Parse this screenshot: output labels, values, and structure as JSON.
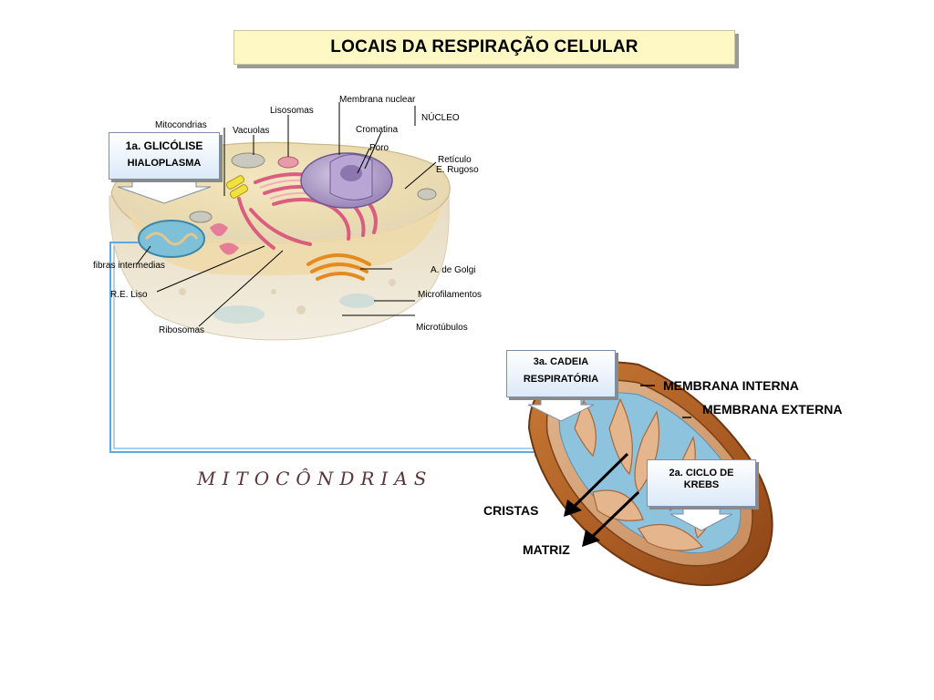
{
  "title": "LOCAIS DA RESPIRAÇÃO CELULAR",
  "callouts": {
    "glicolise": {
      "line1": "1a. GLICÓLISE",
      "line2": "HIALOPLASMA"
    },
    "cadeia": {
      "line1": "3a. CADEIA",
      "line2": "RESPIRATÓRIA"
    },
    "krebs": {
      "line1": "2a. CICLO DE",
      "line2": "KREBS"
    }
  },
  "cell_labels": {
    "membrana_nuclear": "Membrana nuclear",
    "nucleo": "NÚCLEO",
    "lisosomas": "Lisosomas",
    "mitocondrias": "Mitocondrias",
    "vacuolas": "Vacuolas",
    "cromatina": "Cromatina",
    "poro": "Poro",
    "reticulo": "Retículo",
    "e_rugoso": "E. Rugoso",
    "fibras": "fibras intermedias",
    "golgi": "A. de Golgi",
    "re_liso": "R.E. Liso",
    "microfilamentos": "Microfilamentos",
    "ribosomas": "Ribosomas",
    "microtubulos": "Microtúbulos"
  },
  "mito_labels": {
    "membrana_interna": "MEMBRANA INTERNA",
    "membrana_externa": "MEMBRANA EXTERNA",
    "cristas": "CRISTAS",
    "matriz": "MATRIZ"
  },
  "mitocondrias_word": "MITOCÔNDRIAS",
  "colors": {
    "title_bg": "#fdf8c4",
    "connector": "#5aa9e0",
    "mito_outer": "#b8682a",
    "mito_matrix": "#8ec3dd"
  }
}
